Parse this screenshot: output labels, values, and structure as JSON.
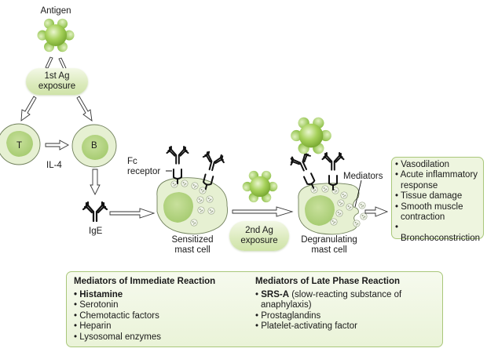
{
  "labels": {
    "antigen": "Antigen",
    "first_exposure": [
      "1st Ag",
      "exposure"
    ],
    "t_cell": "T",
    "b_cell": "B",
    "il4": "IL-4",
    "ige": "IgE",
    "fc_receptor": [
      "Fc",
      "receptor"
    ],
    "sensitized": [
      "Sensitized",
      "mast cell"
    ],
    "second_exposure": [
      "2nd Ag",
      "exposure"
    ],
    "degranulating": [
      "Degranulating",
      "mast cell"
    ],
    "mediators": "Mediators"
  },
  "effects": [
    "Vasodilation",
    "Acute inflammatory response",
    "Tissue damage",
    "Smooth muscle contraction",
    "Bronchoconstriction"
  ],
  "immediate": {
    "title": "Mediators of Immediate Reaction",
    "items": [
      {
        "text": "Histamine",
        "bold": true
      },
      {
        "text": "Serotonin"
      },
      {
        "text": "Chemotactic factors"
      },
      {
        "text": "Heparin"
      },
      {
        "text": "Lysosomal enzymes"
      }
    ]
  },
  "late": {
    "title": "Mediators of Late Phase Reaction",
    "items": [
      {
        "bold_text": "SRS-A",
        "text": " (slow-reacting substance of anaphylaxis)"
      },
      {
        "text": "Prostaglandins"
      },
      {
        "text": "Platelet-activating factor"
      }
    ]
  },
  "colors": {
    "cell_outer": "#e6f0d2",
    "cell_nucleus": "#b9d68a",
    "antigen": "#9cc950",
    "border": "#a9c77a"
  }
}
